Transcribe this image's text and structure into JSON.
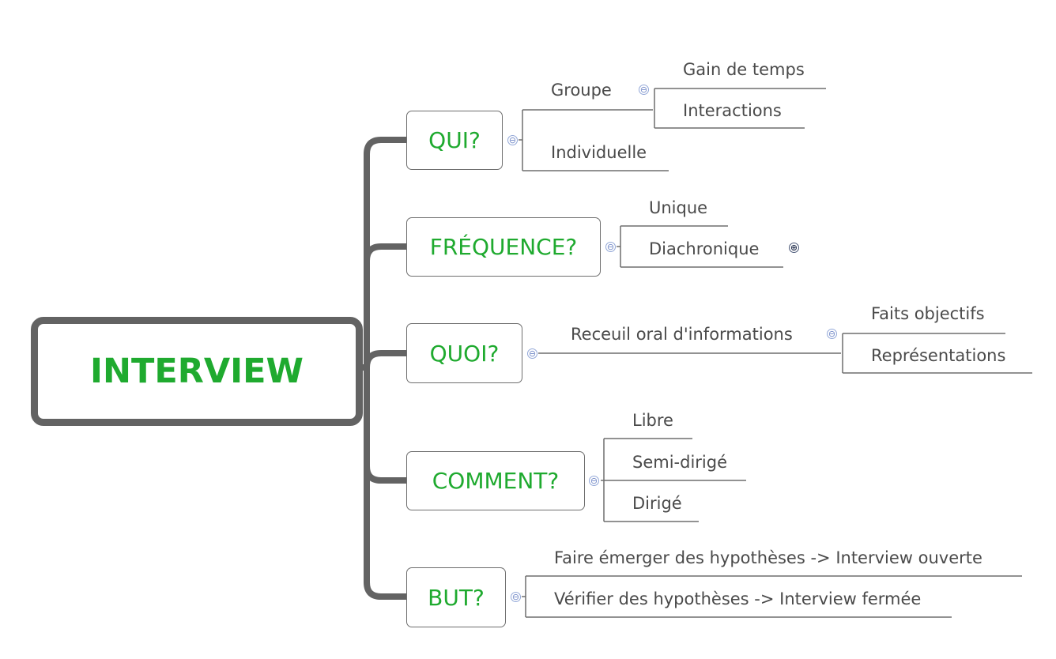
{
  "root": {
    "label": "INTERVIEW"
  },
  "colors": {
    "branch_text": "#1faa2f",
    "leaf_text": "#4a4a4a",
    "trunk": "#636363",
    "toggle": "#93a8d8"
  },
  "icons": {
    "collapse": "⊖",
    "expand": "⊕"
  },
  "branches": {
    "qui": {
      "label": "QUI?"
    },
    "frequence": {
      "label": "FRÉQUENCE?"
    },
    "quoi": {
      "label": "QUOI?"
    },
    "comment": {
      "label": "COMMENT?"
    },
    "but": {
      "label": "BUT?"
    }
  },
  "leaves": {
    "groupe": "Groupe",
    "gain_de_temps": "Gain de temps",
    "interactions": "Interactions",
    "individuelle": "Individuelle",
    "unique": "Unique",
    "diachronique": "Diachronique",
    "receuil": "Receuil oral d'informations",
    "faits_objectifs": "Faits objectifs",
    "representations": "Représentations",
    "libre": "Libre",
    "semi_dirige": "Semi-dirigé",
    "dirige": "Dirigé",
    "but_1": "Faire émerger des hypothèses  -> Interview ouverte",
    "but_2": "Vérifier des hypothèses -> Interview fermée"
  }
}
